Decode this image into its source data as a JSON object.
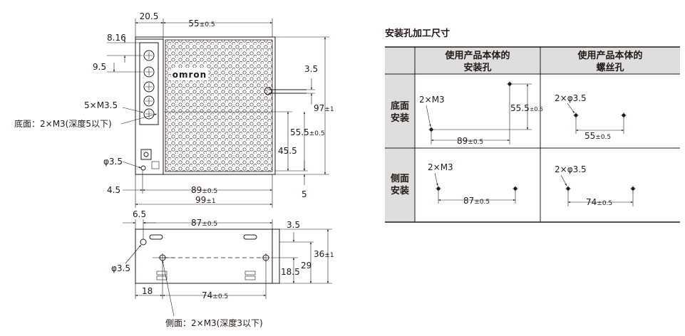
{
  "front": {
    "top_dims": [
      "20.5",
      "55",
      "±0.5"
    ],
    "left_dims": [
      "8.16",
      "9.5"
    ],
    "brand": "omron",
    "right_dims": {
      "d35": "3.5",
      "d97": "97",
      "d97_tol": "±1",
      "d555": "55.5",
      "d555_tol": "±0.5",
      "d455": "45.5",
      "d5": "5"
    },
    "labels": {
      "m35": "5×M3.5",
      "bottom_note": "底面：2×M3(深度5以下)",
      "phi": "φ3.5"
    },
    "bottom_dims": {
      "d45": "4.5",
      "d89": "89",
      "d89_tol": "±0.5",
      "d99": "99",
      "d99_tol": "±1"
    }
  },
  "side": {
    "top_dims": {
      "d65": "6.5",
      "d87": "87",
      "d87_tol": "±0.5",
      "d35": "3.5"
    },
    "right_dims": {
      "d36": "36",
      "d36_tol": "±1",
      "d29": "29",
      "d185": "18.5"
    },
    "phi": "φ3.5",
    "bottom_dims": {
      "d18": "18",
      "d74": "74",
      "d74_tol": "±0.5"
    },
    "note": "側面：2×M3(深度3以下)"
  },
  "table": {
    "title": "安装孔加工尺寸",
    "header": {
      "col1_l1": "使用产品本体的",
      "col1_l2": "安装孔",
      "col2_l1": "使用产品本体的",
      "col2_l2": "螺丝孔"
    },
    "rows": [
      {
        "label_l1": "底面",
        "label_l2": "安装",
        "cell1": {
          "holes": "2×M3",
          "w": "89",
          "w_tol": "±0.5",
          "h": "55.5",
          "h_tol": "±0.5"
        },
        "cell2": {
          "holes": "2×φ3.5",
          "w": "55",
          "w_tol": "±0.5"
        }
      },
      {
        "label_l1": "侧面",
        "label_l2": "安装",
        "cell1": {
          "holes": "2×M3",
          "w": "87",
          "w_tol": "±0.5"
        },
        "cell2": {
          "holes": "2×φ3.5",
          "w": "74",
          "w_tol": "±0.5"
        }
      }
    ]
  }
}
